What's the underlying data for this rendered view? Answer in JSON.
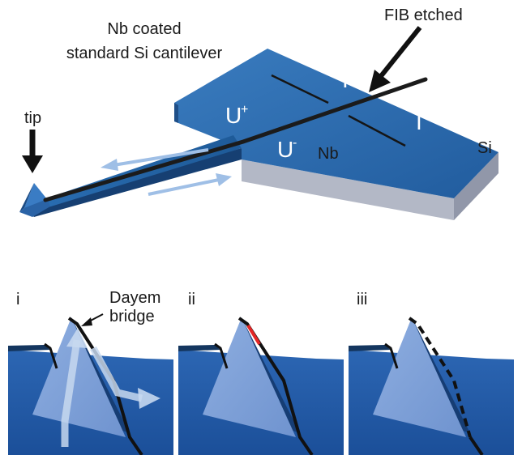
{
  "top": {
    "caption_line1": "Nb coated",
    "caption_line2": "standard Si cantilever",
    "fib_label": "FIB etched",
    "tip_label": "tip",
    "u_plus": {
      "base": "U",
      "sup": "+"
    },
    "i_plus": {
      "base": "I",
      "sup": "+"
    },
    "u_minus": {
      "base": "U",
      "sup": "-"
    },
    "i_minus": {
      "base": "I",
      "sup": "-"
    },
    "nb_label": "Nb",
    "si_label": "Si"
  },
  "bottom": {
    "panel_i": {
      "label": "i",
      "bridge_line1": "Dayem",
      "bridge_line2": "bridge"
    },
    "panel_ii": {
      "label": "ii"
    },
    "panel_iii": {
      "label": "iii"
    }
  },
  "colors": {
    "nb_blue": "#2f6cae",
    "si_gray": "#a7acbc",
    "etch_line": "#1b1b1b",
    "arrow_light": "#9fbfe6",
    "red_mark": "#e32626"
  }
}
